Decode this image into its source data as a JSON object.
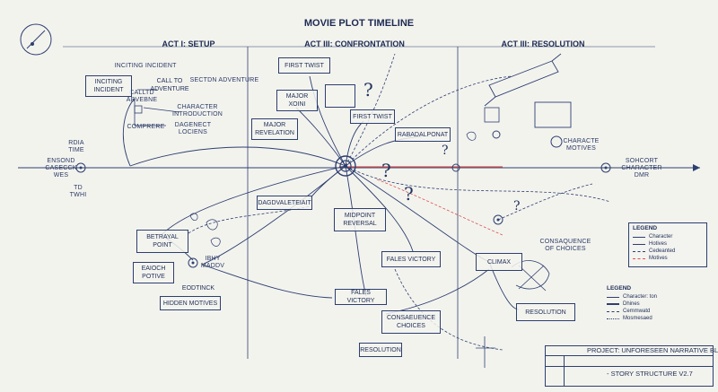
{
  "title": "MOVIE PLOT TIMELINE",
  "acts": [
    "ACT I: SETUP",
    "ACT III: CONFRONTATION",
    "ACT III: RESOLUTION"
  ],
  "boxes": {
    "inciting_incident": "INCITING\nINCIDENT",
    "call_to_adventure": "CALL TO\nADVENTURE",
    "first_twist_top": "FIRST TWIST",
    "major_xoini": "MAJOR\nXOINI",
    "major_revelation": "MAJOR\nREVELATION",
    "first_twist": "FIRST TWIST",
    "rabadalponat": "RABADALPONAT",
    "dagdvaleteiait": "DAGDVALETEIAIT",
    "midpoint_reversal": "MIDPOINT\nREVERSAL",
    "betrayal_point": "BETRAYAL\nPOINT",
    "eaioch_potive": "EAIOCH\nPOTIVE",
    "eodtinck": "EODTINCK",
    "hidden_motives": "HIDDEN MOTIVES",
    "fales_victory_1": "FALES VICTORY",
    "fales_victory_2": "FALES VICTORY",
    "consaeuence_choices": "CONSAEUENCE\nCHOICES",
    "resolution_mid": "RESOLUTION",
    "climax": "CLIMAX",
    "resolution_right": "RESOLUTION"
  },
  "labels": {
    "inciting_incident_top": "INCITING INCIDENT",
    "sectdn_adventure": "SECTDN ADVENTURE",
    "calltd_abvebne": "CALLTD\nABVEBNE",
    "character_introduction": "CHARACTER\nINTRODUCTION",
    "comprere": "COMPRERE",
    "dagenect_lociens": "DAGENECT\nLOCIENS",
    "rdia_time": "RDIA\nTIME",
    "ensond_casecck_wes": "ENSOND\nCASECCK\nWES",
    "td_twhi": "TD\nTWHI",
    "sohcort_character_dmr": "SOHCORT\nCHARACTER\nDMR",
    "characte_motives": "CHARACTE\nMOTIVES",
    "consaquence_of_choices": "CONSAQUENCE\nOF CHOICES",
    "ibhy_maddv": "IBHY\nMADDV"
  },
  "legend1": {
    "title": "LEGEND",
    "items": [
      "Character",
      "Hotives",
      "Cedeanted",
      "Motives"
    ]
  },
  "legend2": {
    "title": "LEGEND",
    "items": [
      "Character: ton",
      "Dhines",
      "Cemmwatd",
      "Mosmesaed"
    ]
  },
  "project": {
    "line1": "PROJECT:  UNFORESEEN NARRATIVE BLUEPRINT",
    "line2": "- STORY STRUCTURE  V2.7"
  },
  "colors": {
    "ink": "#2d3f70",
    "accent_red": "#d9534f",
    "paper": "#f3f3ee"
  }
}
